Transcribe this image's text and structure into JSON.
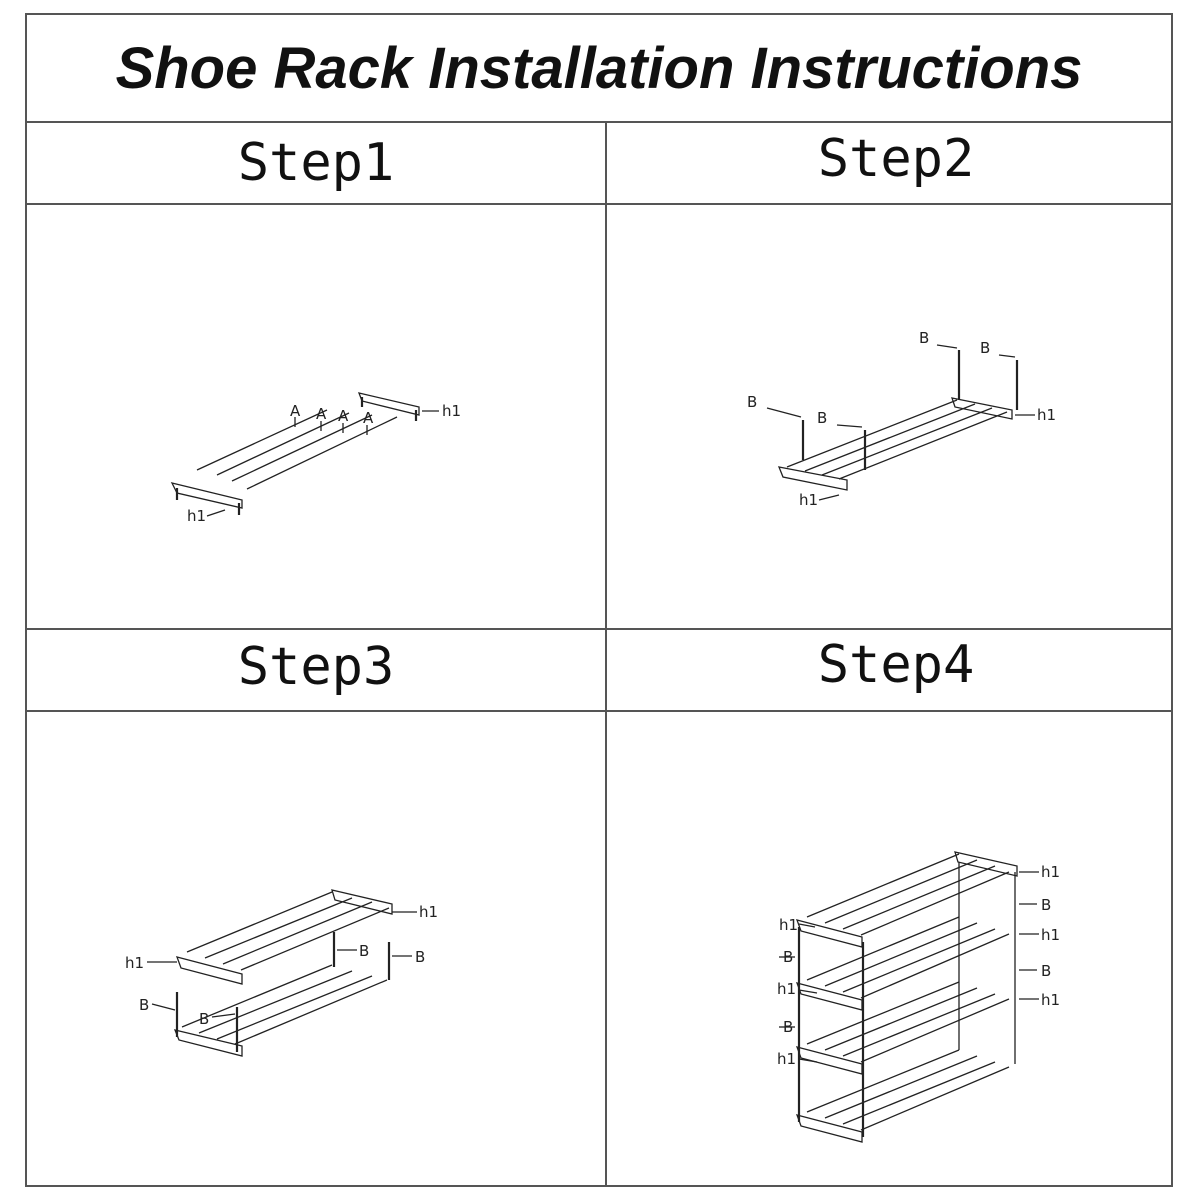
{
  "title": "Shoe Rack Installation Instructions",
  "steps": [
    {
      "label": "Step1",
      "parts": [
        "A",
        "A",
        "A",
        "A",
        "h1",
        "h1"
      ]
    },
    {
      "label": "Step2",
      "parts": [
        "B",
        "B",
        "B",
        "B",
        "h1",
        "h1"
      ]
    },
    {
      "label": "Step3",
      "parts": [
        "h1",
        "h1",
        "B",
        "B",
        "B",
        "B"
      ]
    },
    {
      "label": "Step4",
      "parts": [
        "h1",
        "B",
        "h1",
        "B",
        "h1",
        "h1",
        "B",
        "h1",
        "B",
        "h1"
      ]
    }
  ]
}
